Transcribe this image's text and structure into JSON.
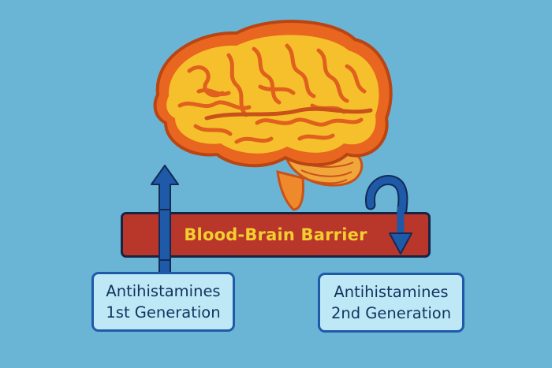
{
  "barrier": {
    "label": "Blood-Brain Barrier"
  },
  "first_gen": {
    "line1": "Antihistamines",
    "line2": "1st Generation",
    "arrow": "up-arrow-crosses-barrier"
  },
  "second_gen": {
    "line1": "Antihistamines",
    "line2": "2nd Generation",
    "arrow": "u-turn-arrow-blocked"
  },
  "icons": [
    "brain-icon",
    "up-arrow-icon",
    "u-turn-arrow-icon"
  ],
  "colors": {
    "background": "#6ab5d6",
    "brain_fill": "#f6c02c",
    "brain_outline": "#e0601d",
    "barrier_fill": "#b8362a",
    "barrier_text": "#f2cf2f",
    "arrow": "#1f5aa9",
    "box_fill": "#bfe8f6",
    "box_text": "#12325f"
  }
}
